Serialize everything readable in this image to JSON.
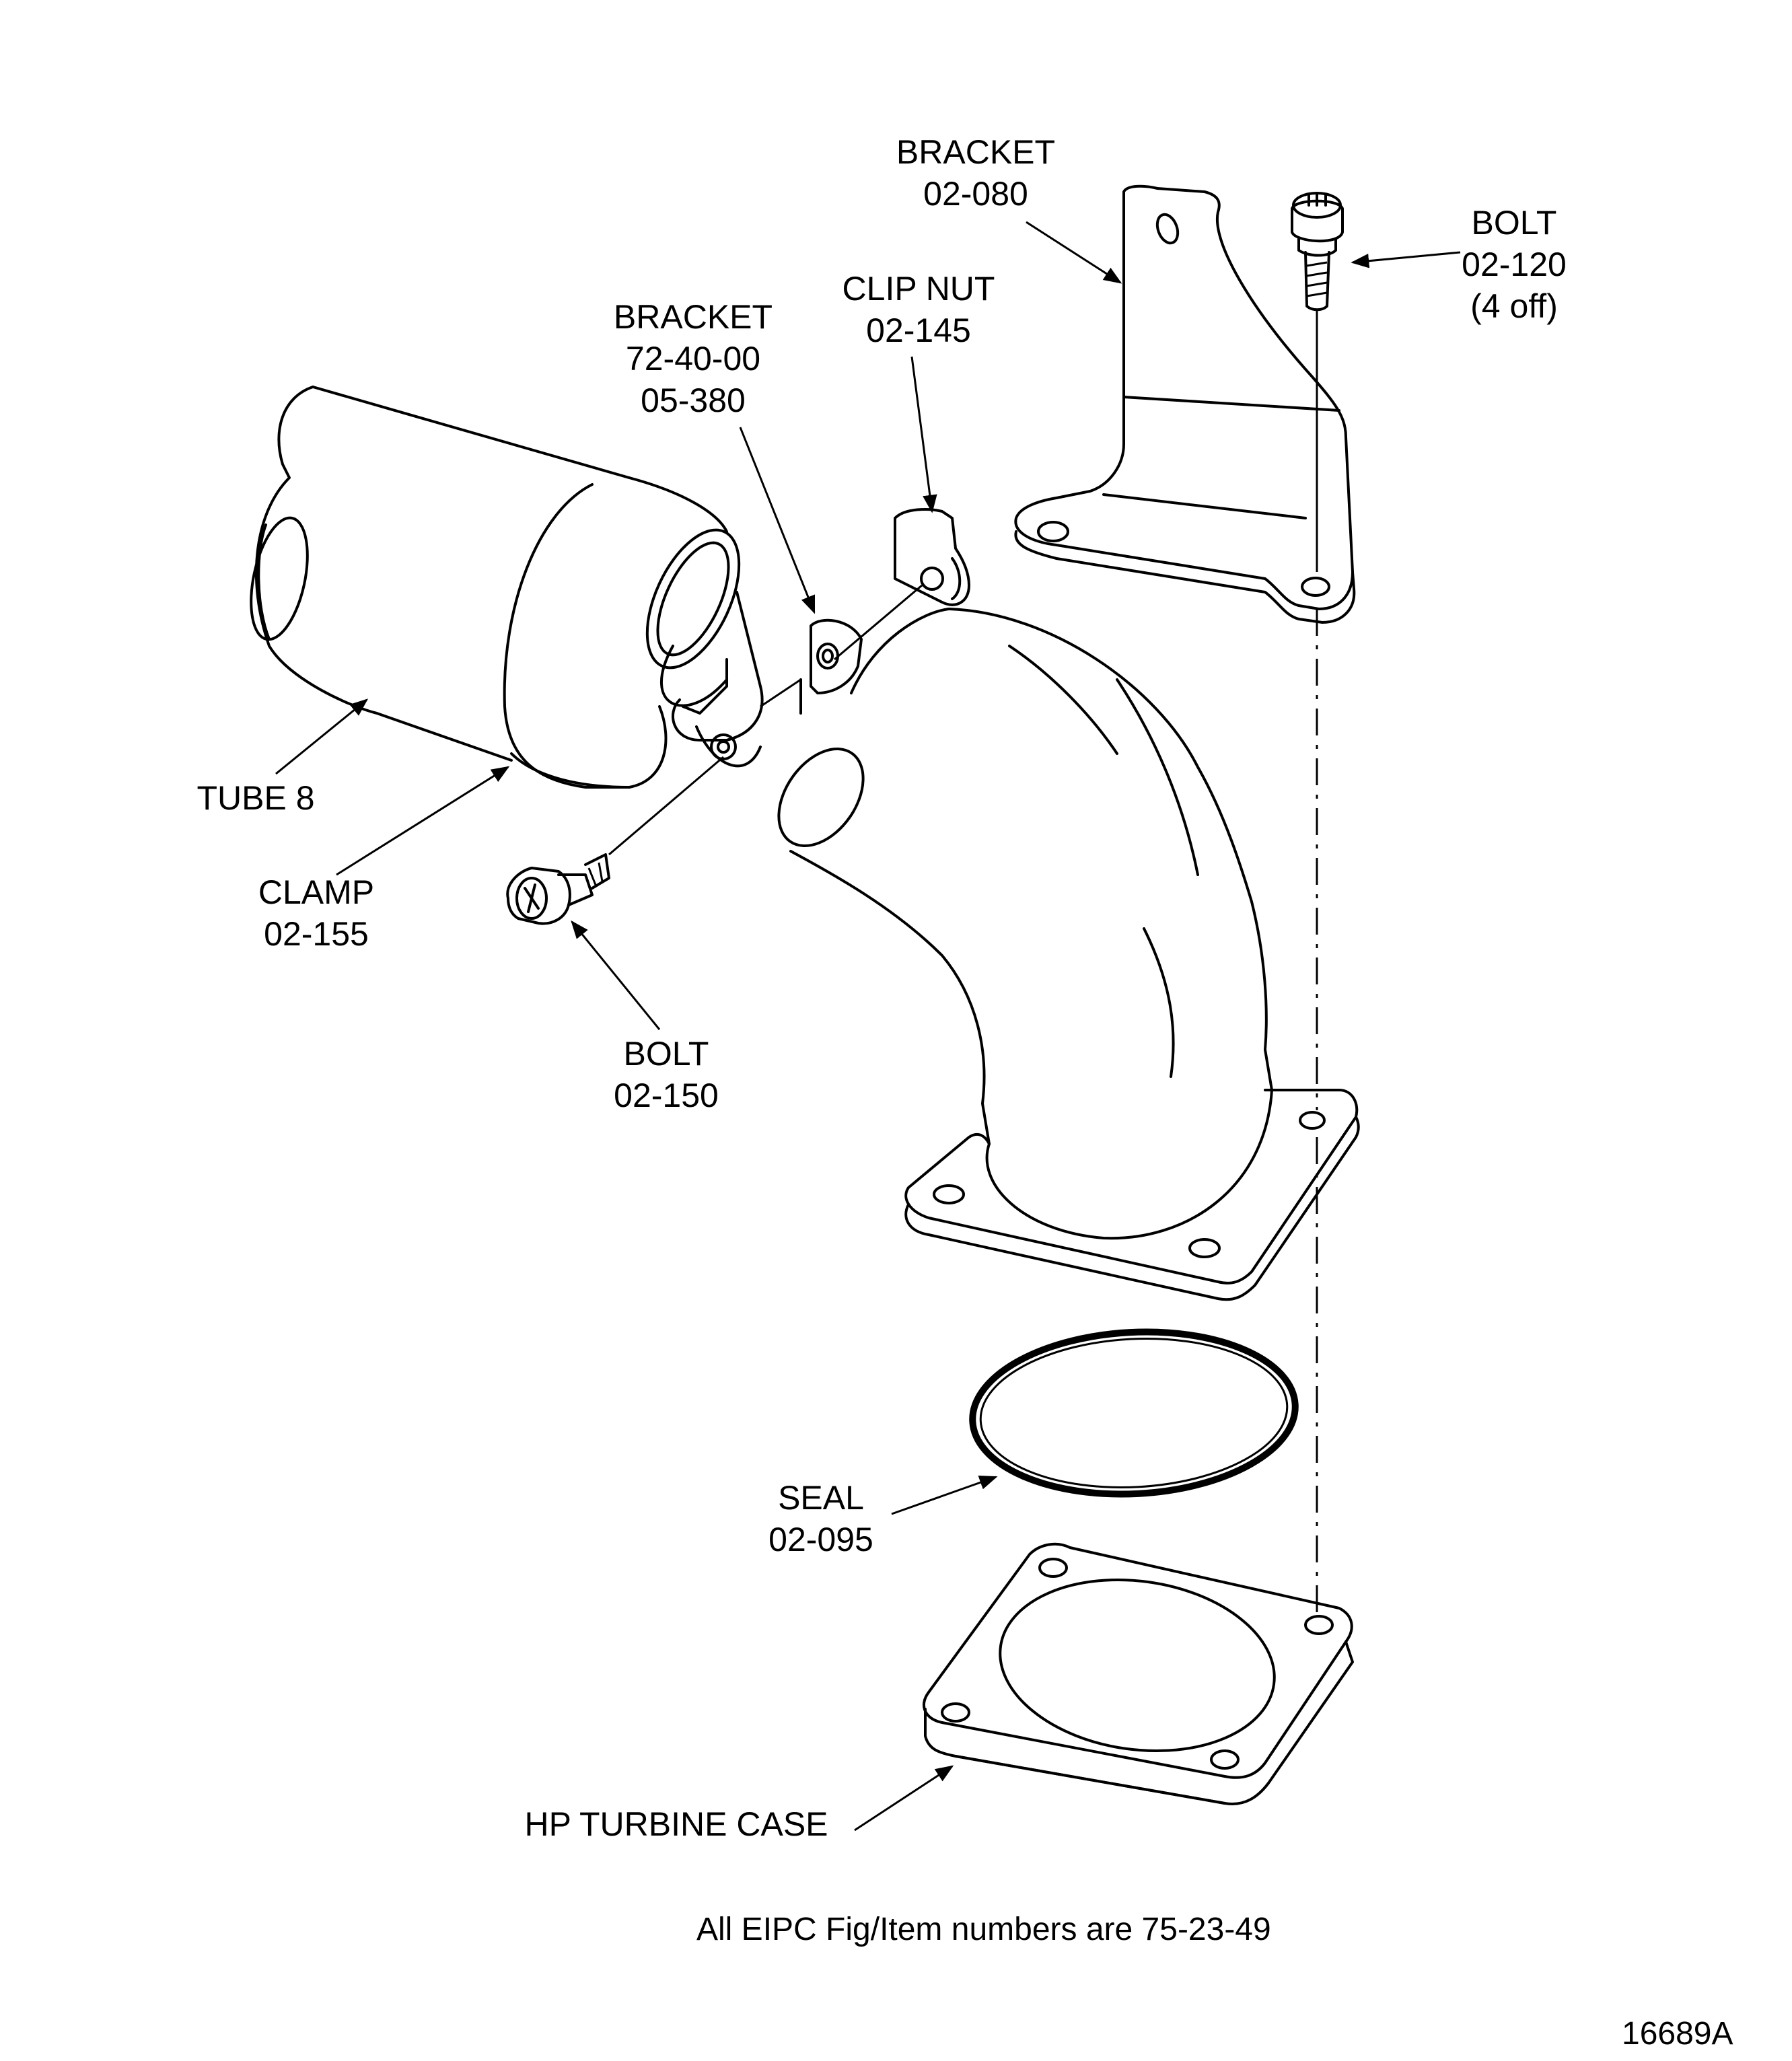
{
  "labels": {
    "bracket_top": {
      "name": "BRACKET",
      "number": "02-080"
    },
    "bolt_top": {
      "name": "BOLT",
      "number": "02-120",
      "qty": "(4 off)"
    },
    "clip_nut": {
      "name": "CLIP NUT",
      "number": "02-145"
    },
    "bracket_mid": {
      "name": "BRACKET",
      "ref": "72-40-00",
      "number": "05-380"
    },
    "tube": {
      "name": "TUBE 8"
    },
    "clamp": {
      "name": "CLAMP",
      "number": "02-155"
    },
    "bolt_low": {
      "name": "BOLT",
      "number": "02-150"
    },
    "seal": {
      "name": "SEAL",
      "number": "02-095"
    },
    "case": {
      "name": "HP TURBINE CASE"
    }
  },
  "note": "All EIPC Fig/Item numbers are 75-23-49",
  "figure_id": "16689A"
}
